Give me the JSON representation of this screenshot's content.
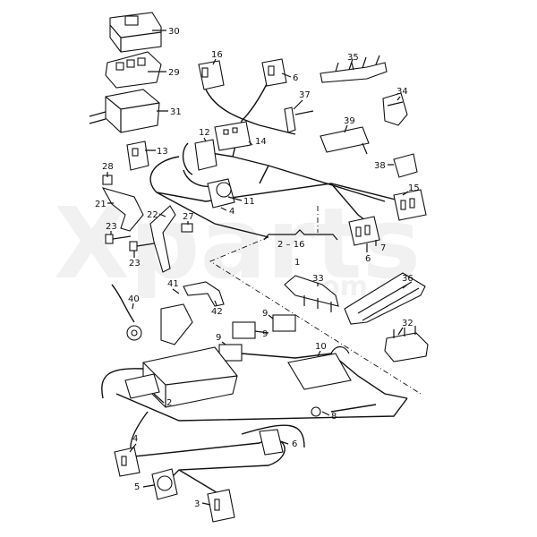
{
  "watermark": {
    "brand": "Xparts",
    "domain": ".com.ua"
  },
  "callouts": [
    "30",
    "29",
    "31",
    "16",
    "6",
    "35",
    "34",
    "37",
    "39",
    "12",
    "14",
    "13",
    "38",
    "28",
    "11",
    "15",
    "21",
    "4",
    "22",
    "27",
    "23",
    "23",
    "2 – 16",
    "1",
    "7",
    "6",
    "33",
    "36",
    "41",
    "40",
    "42",
    "32",
    "9",
    "9",
    "9",
    "10",
    "2",
    "8",
    "4",
    "6",
    "5",
    "3"
  ]
}
